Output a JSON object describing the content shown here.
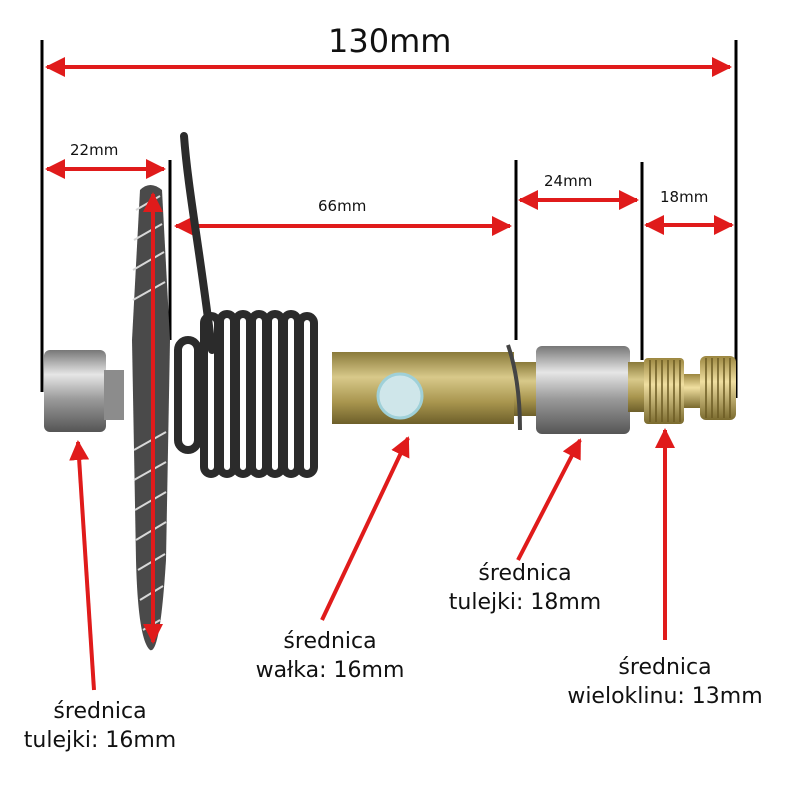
{
  "colors": {
    "arrow": "#e01b1b",
    "guide_line": "#000000",
    "spring": "#2b2b2b",
    "shaft": "#b8a35a",
    "bushing": "#a9a9a9",
    "gear": "#555555"
  },
  "dimensions": {
    "total": "130mm",
    "left_bushing_to_gear": "22mm",
    "shaft_body": "66mm",
    "right_bushing": "24mm",
    "spline": "18mm"
  },
  "callouts": {
    "left_bushing": {
      "line1": "średnica",
      "line2": "tulejki: 16mm"
    },
    "shaft": {
      "line1": "średnica",
      "line2": "wałka: 16mm"
    },
    "right_bushing": {
      "line1": "średnica",
      "line2": "tulejki: 18mm"
    },
    "spline": {
      "line1": "średnica",
      "line2": "wieloklinu: 13mm"
    }
  }
}
